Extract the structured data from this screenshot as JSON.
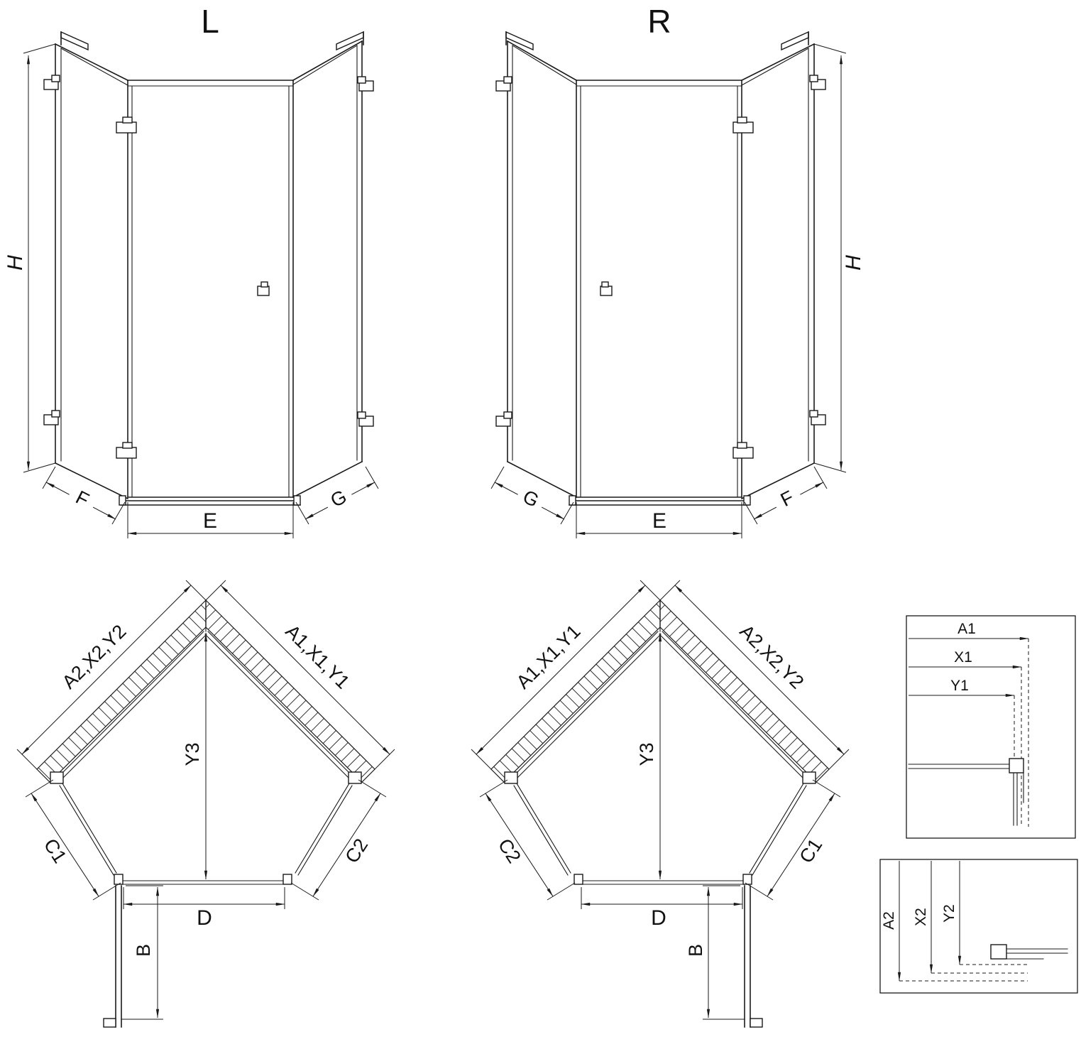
{
  "titles": {
    "left_view": "L",
    "right_view": "R"
  },
  "dimensions": {
    "height": "H",
    "entry_width": "E",
    "left_return": "F",
    "right_return": "G",
    "door_width": "D",
    "wall_depth": "B",
    "diagonal_depth": "Y3",
    "side_panel_1": "C1",
    "side_panel_2": "C2",
    "group_a1": "A1,X1,Y1",
    "group_a2": "A2,X2,Y2"
  },
  "detail_top": {
    "a1": "A1",
    "x1": "X1",
    "y1": "Y1"
  },
  "detail_bottom": {
    "a2": "A2",
    "x2": "X2",
    "y2": "Y2"
  }
}
